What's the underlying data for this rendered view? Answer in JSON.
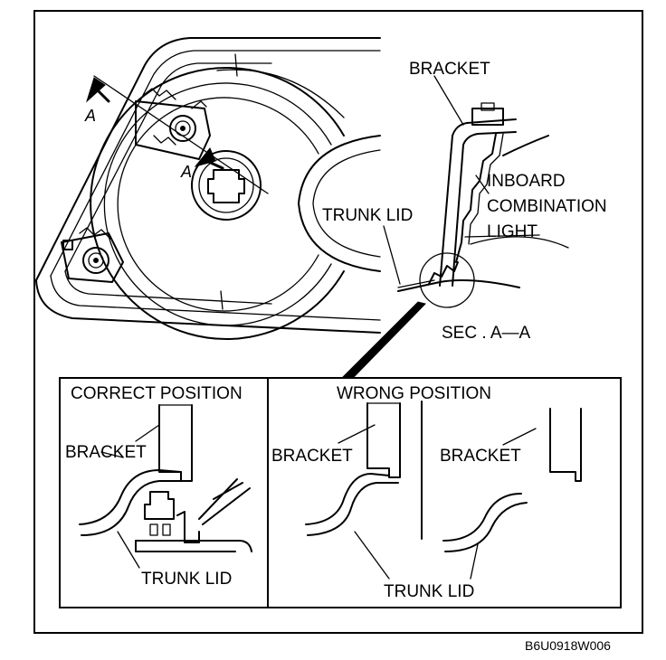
{
  "top_labels": {
    "bracket": "BRACKET",
    "inboard_1": "INBOARD",
    "inboard_2": "COMBINATION",
    "inboard_3": "LIGHT",
    "trunk_lid": "TRUNK LID",
    "section": "SEC . A—A",
    "arrow_a_1": "A",
    "arrow_a_2": "A"
  },
  "correct_panel": {
    "title": "CORRECT POSITION",
    "bracket": "BRACKET",
    "trunk_lid": "TRUNK LID"
  },
  "wrong_panel": {
    "title": "WRONG POSITION",
    "bracket_left": "BRACKET",
    "bracket_right": "BRACKET",
    "trunk_lid": "TRUNK LID"
  },
  "figure_code": "B6U0918W006"
}
